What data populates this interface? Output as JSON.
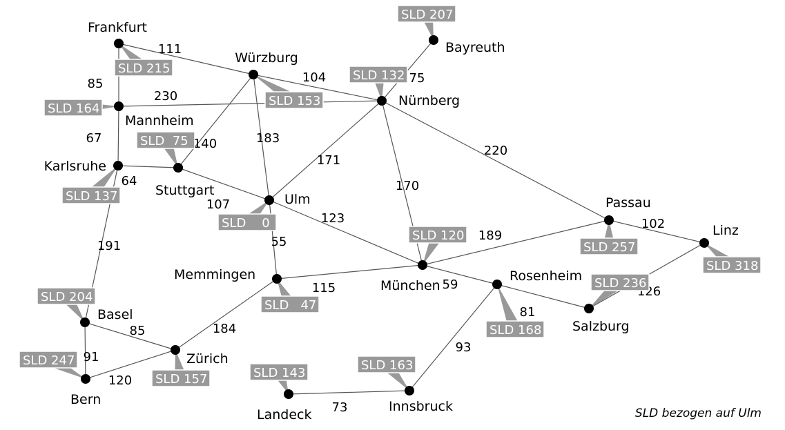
{
  "caption": "SLD bezogen auf Ulm",
  "nodes": {
    "frankfurt": {
      "name": "Frankfurt",
      "sld": "SLD 215"
    },
    "wuerzburg": {
      "name": "Würzburg",
      "sld": "SLD 153"
    },
    "bayreuth": {
      "name": "Bayreuth",
      "sld": "SLD 207"
    },
    "nuernberg": {
      "name": "Nürnberg",
      "sld": "SLD 132"
    },
    "mannheim": {
      "name": "Mannheim",
      "sld": "SLD 164"
    },
    "karlsruhe": {
      "name": "Karlsruhe",
      "sld": "SLD 137"
    },
    "stuttgart": {
      "name": "Stuttgart",
      "sld": "SLD  75"
    },
    "ulm": {
      "name": "Ulm",
      "sld": "SLD    0"
    },
    "passau": {
      "name": "Passau",
      "sld": "SLD 257"
    },
    "linz": {
      "name": "Linz",
      "sld": "SLD 318"
    },
    "muenchen": {
      "name": "München",
      "sld": "SLD 120"
    },
    "memmingen": {
      "name": "Memmingen",
      "sld": "SLD   47"
    },
    "rosenheim": {
      "name": "Rosenheim",
      "sld": "SLD 168"
    },
    "salzburg": {
      "name": "Salzburg",
      "sld": "SLD 236"
    },
    "basel": {
      "name": "Basel",
      "sld": "SLD 204"
    },
    "zuerich": {
      "name": "Zürich",
      "sld": "SLD 157"
    },
    "bern": {
      "name": "Bern",
      "sld": "SLD 247"
    },
    "landeck": {
      "name": "Landeck",
      "sld": "SLD 143"
    },
    "innsbruck": {
      "name": "Innsbruck",
      "sld": "SLD 163"
    }
  },
  "edges": [
    {
      "from": "frankfurt",
      "to": "wuerzburg",
      "distance": "111"
    },
    {
      "from": "frankfurt",
      "to": "mannheim",
      "distance": "85"
    },
    {
      "from": "wuerzburg",
      "to": "nuernberg",
      "distance": "104"
    },
    {
      "from": "bayreuth",
      "to": "nuernberg",
      "distance": "75"
    },
    {
      "from": "mannheim",
      "to": "nuernberg",
      "distance": "230"
    },
    {
      "from": "mannheim",
      "to": "karlsruhe",
      "distance": "67"
    },
    {
      "from": "wuerzburg",
      "to": "stuttgart",
      "distance": "140"
    },
    {
      "from": "wuerzburg",
      "to": "ulm",
      "distance": "183"
    },
    {
      "from": "karlsruhe",
      "to": "stuttgart",
      "distance": "64"
    },
    {
      "from": "stuttgart",
      "to": "ulm",
      "distance": "107"
    },
    {
      "from": "nuernberg",
      "to": "ulm",
      "distance": "171"
    },
    {
      "from": "nuernberg",
      "to": "muenchen",
      "distance": "170"
    },
    {
      "from": "nuernberg",
      "to": "passau",
      "distance": "220"
    },
    {
      "from": "ulm",
      "to": "muenchen",
      "distance": "123"
    },
    {
      "from": "ulm",
      "to": "memmingen",
      "distance": "55"
    },
    {
      "from": "karlsruhe",
      "to": "basel",
      "distance": "191"
    },
    {
      "from": "muenchen",
      "to": "passau",
      "distance": "189"
    },
    {
      "from": "passau",
      "to": "linz",
      "distance": "102"
    },
    {
      "from": "memmingen",
      "to": "muenchen",
      "distance": "115"
    },
    {
      "from": "muenchen",
      "to": "rosenheim",
      "distance": "59"
    },
    {
      "from": "linz",
      "to": "salzburg",
      "distance": "126"
    },
    {
      "from": "rosenheim",
      "to": "salzburg",
      "distance": "81"
    },
    {
      "from": "basel",
      "to": "zuerich",
      "distance": "85"
    },
    {
      "from": "basel",
      "to": "bern",
      "distance": "91"
    },
    {
      "from": "memmingen",
      "to": "zuerich",
      "distance": "184"
    },
    {
      "from": "zuerich",
      "to": "bern",
      "distance": "120"
    },
    {
      "from": "rosenheim",
      "to": "innsbruck",
      "distance": "93"
    },
    {
      "from": "landeck",
      "to": "innsbruck",
      "distance": "73"
    }
  ]
}
